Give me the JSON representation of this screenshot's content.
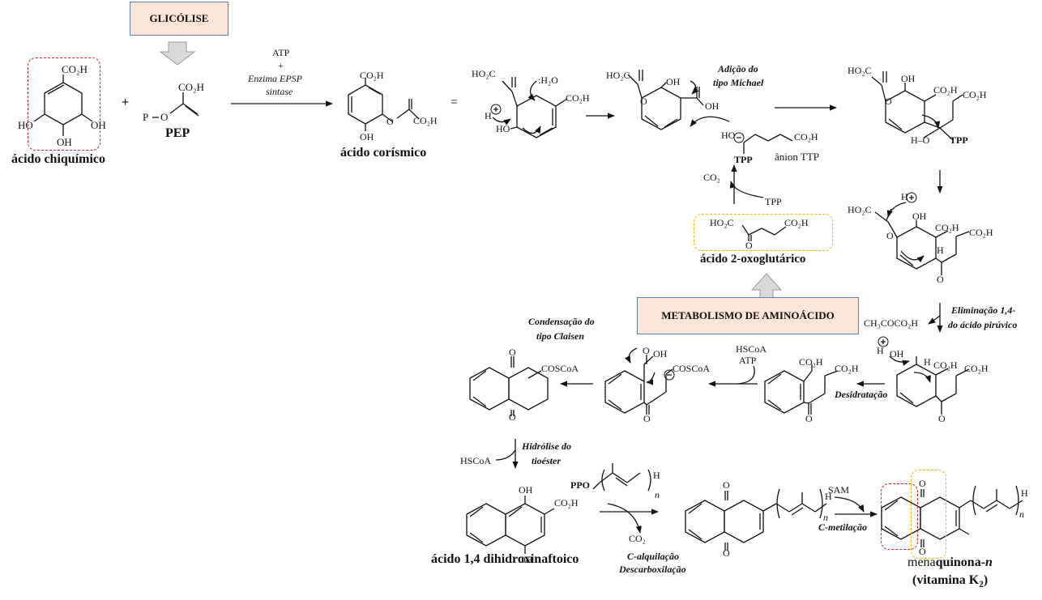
{
  "boxes": {
    "glicolise": "GLICÓLISE",
    "metabolismo": "METABOLISMO DE AMINOÁCIDO"
  },
  "compounds": {
    "acido_chiquimico": "ácido chiquímico",
    "pep": "PEP",
    "acido_corismico": "ácido corísmico",
    "acido_oxoglutarico": "ácido 2-oxoglutárico",
    "acido_dihidroxinaftoico": "ácido 1,4 dihidroxinaftoico",
    "menaquinona_a": "mena",
    "menaquinona_b": "quinona-",
    "menaquinona_n": "n",
    "vitamina_a": "(vitamina K",
    "vitamina_sub": "2",
    "vitamina_b": ")",
    "anion_ttp": "ânion TTP"
  },
  "reagents": {
    "atp": "ATP",
    "plus": "+",
    "enzima1": "Enzima EPSP",
    "enzima2": "sintase",
    "equals": "=",
    "plus_sign": "+",
    "co2": "CO₂",
    "tpp": "TPP",
    "ch3cococ2h": "CH₃COCO₂H",
    "hscoa_atp1": "HSCoA",
    "hscoa_atp2": "ATP",
    "hscoa": "HSCoA",
    "co2_b": "CO₂",
    "sam": "SAM",
    "ppo": "PPO"
  },
  "steps": {
    "adicao1": "Adição do",
    "adicao2": "tipo Michael",
    "eliminacao1": "Eliminação 1,4-",
    "eliminacao2": "do ácido pirúvico",
    "desidratacao": "Desidratação",
    "condensacao1": "Condensação do",
    "condensacao2": "tipo Claisen",
    "hidrolise1": "Hidrólise do",
    "hidrolise2": "tioéster",
    "calquilacao": "C-alquilação",
    "descarboxilacao": "Descarboxilação",
    "cmetilacao": "C-metilação"
  },
  "atoms": {
    "co2h": "CO₂H",
    "ho2c": "HO₂C",
    "ho": "HO",
    "oh": "OH",
    "o": "O",
    "p": "P",
    "h2o": ":H₂O",
    "cosc": "COSCoA",
    "h": "H",
    "n": "n",
    "tpp_bold": "TPP",
    "ho_minus": "HO",
    "h_o": "H–O"
  }
}
